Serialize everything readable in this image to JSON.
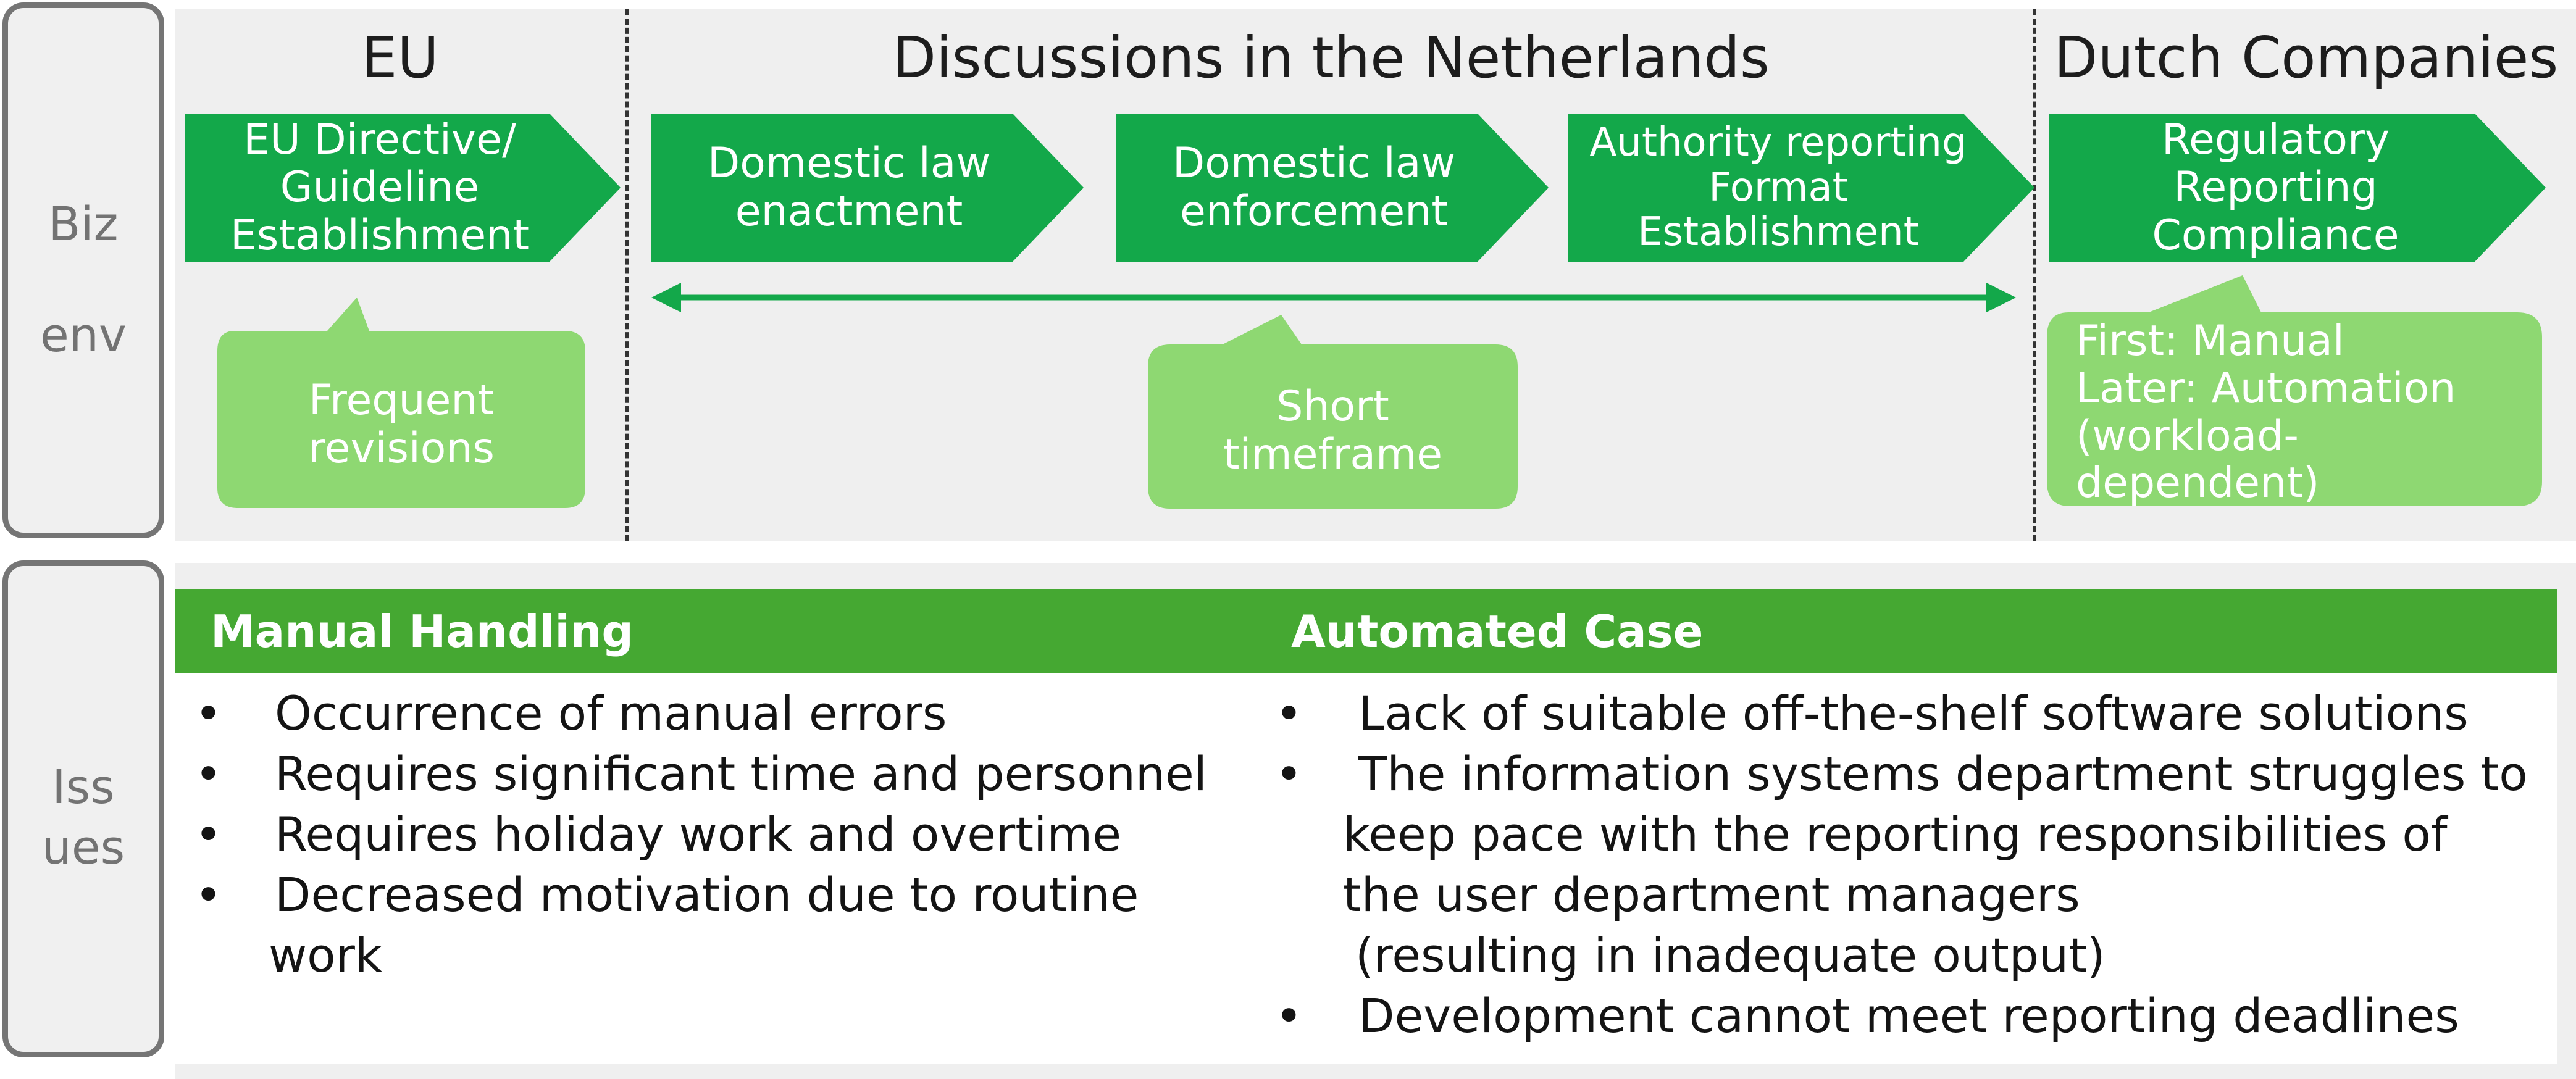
{
  "side_labels": {
    "biz_env": [
      "Biz",
      "env"
    ],
    "issues": [
      "Iss",
      "ues"
    ]
  },
  "sections": {
    "eu": "EU",
    "netherlands": "Discussions in the Netherlands",
    "companies": "Dutch Companies"
  },
  "steps": [
    [
      "EU Directive/",
      "Guideline",
      "Establishment"
    ],
    [
      "Domestic law",
      "enactment"
    ],
    [
      "Domestic law",
      "enforcement"
    ],
    [
      "Authority reporting",
      "Format",
      "Establishment"
    ],
    [
      "Regulatory",
      "Reporting",
      "Compliance"
    ]
  ],
  "callouts": {
    "frequent": [
      "Frequent",
      "revisions"
    ],
    "short": [
      "Short",
      "timeframe"
    ],
    "manual_auto": [
      "First: Manual",
      "Later: Automation",
      "(workload-",
      "dependent)"
    ]
  },
  "issues": {
    "manual_title": "Manual Handling",
    "automated_title": "Automated Case",
    "bullet": "•",
    "manual_items": [
      [
        "Occurrence of manual errors"
      ],
      [
        "Requires significant time and personnel"
      ],
      [
        "Requires holiday work and overtime"
      ],
      [
        "Decreased motivation due to routine",
        "work"
      ]
    ],
    "automated_items": [
      [
        "Lack of suitable off-the-shelf software solutions"
      ],
      [
        "The information systems department struggles to",
        "keep pace with the reporting responsibilities of",
        "the user department managers",
        "(resulting in inadequate output)"
      ],
      [
        "Development cannot meet reporting deadlines"
      ]
    ]
  },
  "colors": {
    "chevron": "#13a84a",
    "callout": "#8ed872",
    "header": "#45a832",
    "panel": "#efefef",
    "arrow": "#13a84a"
  }
}
